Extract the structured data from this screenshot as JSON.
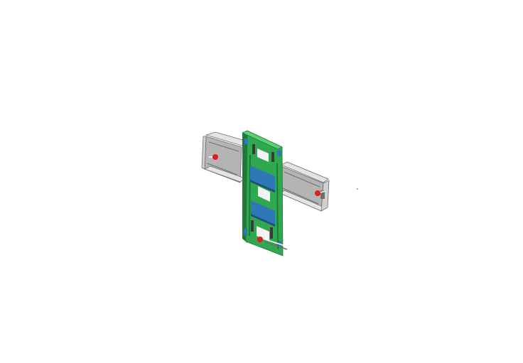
{
  "colors": {
    "background": "#ffffff",
    "rail_face": "#b4b4b4",
    "rail_top": "#e4e4e4",
    "rail_edge": "#6e6e6e",
    "rail_end": "#d0d0d0",
    "board": "#2fa84f",
    "board_dark": "#1f7a37",
    "board_light": "#5ccf76",
    "chip": "#2f78b8",
    "chip_dark": "#1d4f7c",
    "slot_dark": "#3a3a3a",
    "cutout": "#f3f3f3",
    "hotspot": "#e01b1b",
    "leader": "#ffffff"
  },
  "diagram": {
    "components": [
      {
        "name": "left-rail-bracket",
        "shape": "rail"
      },
      {
        "name": "right-rail-bracket",
        "shape": "rail"
      },
      {
        "name": "mounting-board",
        "shape": "board"
      },
      {
        "name": "upper-chip",
        "shape": "chip"
      },
      {
        "name": "lower-chip",
        "shape": "chip"
      }
    ],
    "hotspots": [
      {
        "name": "hotspot-left-rail",
        "target": "left-rail-bracket"
      },
      {
        "name": "hotspot-right-rail",
        "target": "right-rail-bracket"
      },
      {
        "name": "hotspot-board-bottom",
        "target": "mounting-board"
      }
    ]
  }
}
